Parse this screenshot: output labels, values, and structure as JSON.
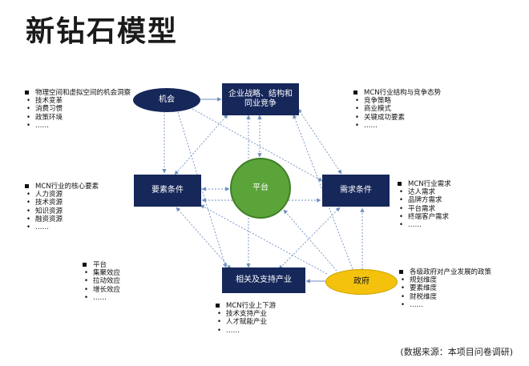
{
  "title": "新钻石模型",
  "nodes": {
    "opportunity": "机会",
    "strategy": "企业战略、结构和\n同业竞争",
    "factor": "要素条件",
    "platform": "平台",
    "demand": "需求条件",
    "related": "相关及支持产业",
    "government": "政府"
  },
  "notes": {
    "opportunity": {
      "head": "物理空间和虚拟空间的机会洞察",
      "items": [
        "技术变革",
        "消费习惯",
        "政策环境",
        "……"
      ]
    },
    "strategy": {
      "head": "MCN行业结构与竞争态势",
      "items": [
        "竞争策略",
        "商业模式",
        "关键成功要素",
        "……"
      ]
    },
    "factor": {
      "head": "MCN行业的核心要素",
      "items": [
        "人力资源",
        "技术资源",
        "知识资源",
        "融资资源",
        "……"
      ]
    },
    "demand": {
      "head": "MCN行业需求",
      "items": [
        "达人需求",
        "品牌方需求",
        "平台需求",
        "终端客户需求",
        "……"
      ]
    },
    "platform": {
      "head": "平台",
      "items": [
        "集聚效应",
        "拉动效应",
        "增长效应",
        "……"
      ]
    },
    "related": {
      "head": "MCN行业上下游",
      "items": [
        "技术支持产业",
        "人才赋能产业",
        "……"
      ]
    },
    "government": {
      "head": "各级政府对产业发展的政策",
      "items": [
        "规划维度",
        "要素维度",
        "财税维度",
        "……"
      ]
    }
  },
  "source": "(数据来源：本项目问卷调研)",
  "colors": {
    "node_blue": "#16275a",
    "platform_green": "#5aa43a",
    "government_yellow": "#f4c20d",
    "arrow": "#6f8fc0"
  }
}
